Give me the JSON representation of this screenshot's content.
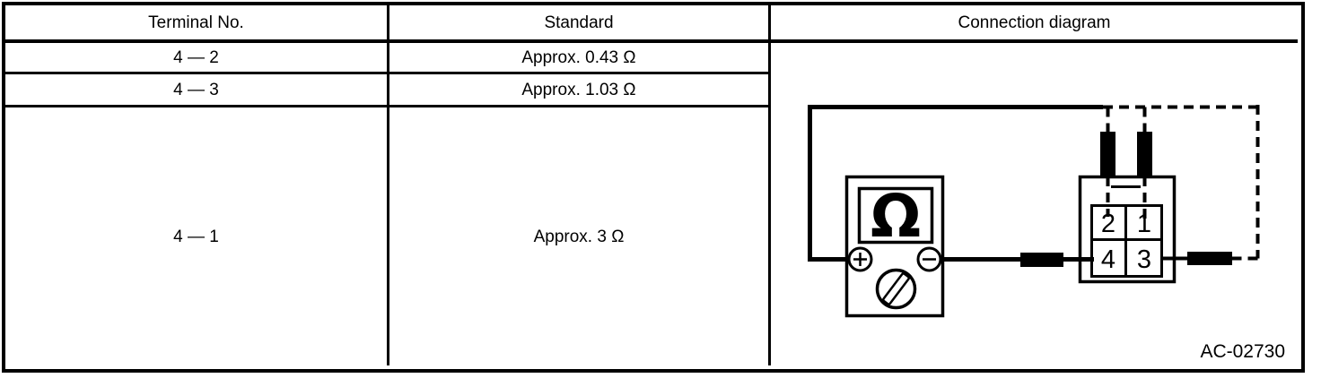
{
  "page": {
    "background": "#ffffff",
    "line_color": "#000000"
  },
  "table": {
    "columns": [
      {
        "label": "Terminal No."
      },
      {
        "label": "Standard"
      },
      {
        "label": "Connection diagram"
      }
    ],
    "rows": [
      {
        "terminal": "4 — 2",
        "standard": "Approx. 0.43 Ω"
      },
      {
        "terminal": "4 — 3",
        "standard": "Approx. 1.03 Ω"
      },
      {
        "terminal": "4 — 1",
        "standard": "Approx. 3 Ω"
      }
    ]
  },
  "diagram": {
    "figure_id": "AC-02730",
    "ohmmeter": {
      "display_symbol": "Ω"
    },
    "connector": {
      "pin_labels": [
        "2",
        "1",
        "4",
        "3"
      ]
    }
  }
}
